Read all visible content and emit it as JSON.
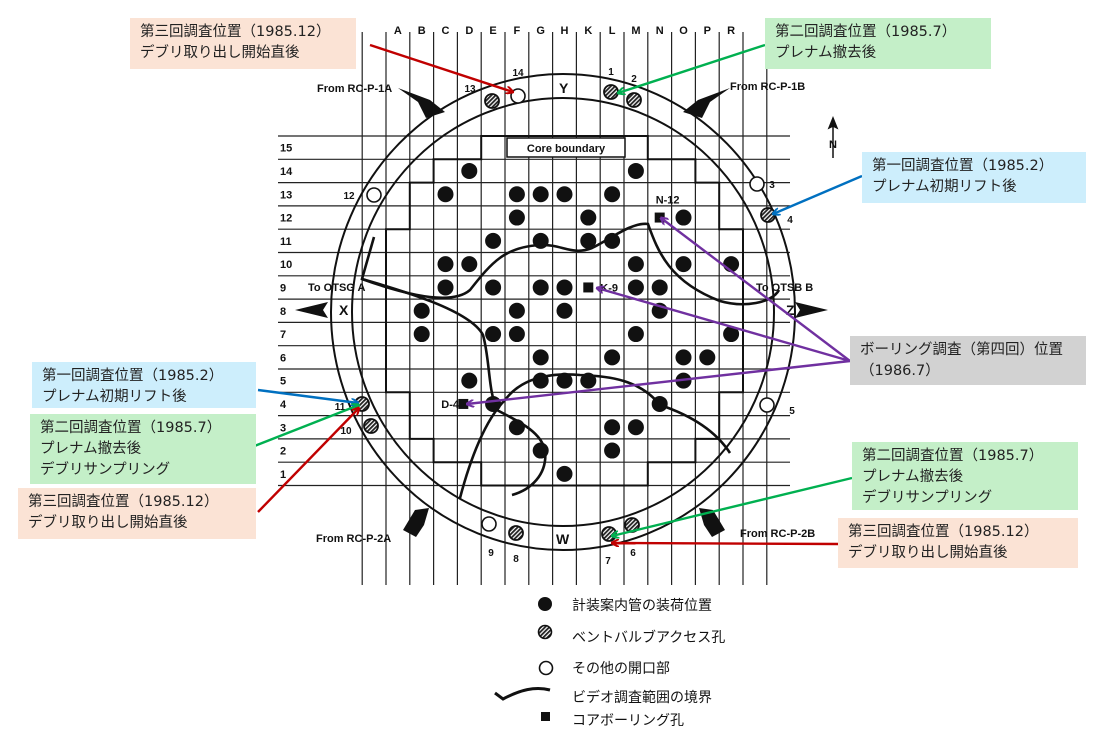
{
  "colors": {
    "red_arrow": "#c00000",
    "green_arrow": "#00b050",
    "blue_arrow": "#0070c0",
    "purple_arrow": "#7030a0",
    "pink_box": "#fbe3d5",
    "green_box": "#c4efc8",
    "blue_box": "#cdeefc",
    "gray_box": "#d2d2d2"
  },
  "grid": {
    "columns": [
      "A",
      "B",
      "C",
      "D",
      "E",
      "F",
      "G",
      "H",
      "K",
      "L",
      "M",
      "N",
      "O",
      "P",
      "R"
    ],
    "rows": [
      "15",
      "14",
      "13",
      "12",
      "11",
      "10",
      "9",
      "8",
      "7",
      "6",
      "5",
      "4",
      "3",
      "2",
      "1"
    ]
  },
  "labels": {
    "core_boundary": "Core boundary",
    "from_1a": "From RC-P-1A",
    "from_1b": "From RC-P-1B",
    "from_2a": "From RC-P-2A",
    "from_2b": "From RC-P-2B",
    "to_otsg_a": "To OTSG A",
    "to_otsg_b": "To OTSB B",
    "x": "X",
    "y": "Y",
    "z": "Z",
    "w": "W",
    "north": "N"
  },
  "instrument_tubes": [
    [
      "D",
      "14"
    ],
    [
      "M",
      "14"
    ],
    [
      "C",
      "13"
    ],
    [
      "F",
      "13"
    ],
    [
      "G",
      "13"
    ],
    [
      "H",
      "13"
    ],
    [
      "L",
      "13"
    ],
    [
      "F",
      "12"
    ],
    [
      "K",
      "12"
    ],
    [
      "O",
      "12"
    ],
    [
      "E",
      "11"
    ],
    [
      "G",
      "11"
    ],
    [
      "K",
      "11"
    ],
    [
      "L",
      "11"
    ],
    [
      "C",
      "10"
    ],
    [
      "D",
      "10"
    ],
    [
      "M",
      "10"
    ],
    [
      "O",
      "10"
    ],
    [
      "R",
      "10"
    ],
    [
      "C",
      "9"
    ],
    [
      "E",
      "9"
    ],
    [
      "G",
      "9"
    ],
    [
      "H",
      "9"
    ],
    [
      "M",
      "9"
    ],
    [
      "N",
      "9"
    ],
    [
      "B",
      "8"
    ],
    [
      "F",
      "8"
    ],
    [
      "H",
      "8"
    ],
    [
      "N",
      "8"
    ],
    [
      "B",
      "7"
    ],
    [
      "E",
      "7"
    ],
    [
      "F",
      "7"
    ],
    [
      "M",
      "7"
    ],
    [
      "R",
      "7"
    ],
    [
      "G",
      "6"
    ],
    [
      "L",
      "6"
    ],
    [
      "O",
      "6"
    ],
    [
      "P",
      "6"
    ],
    [
      "D",
      "5"
    ],
    [
      "G",
      "5"
    ],
    [
      "H",
      "5"
    ],
    [
      "K",
      "5"
    ],
    [
      "O",
      "5"
    ],
    [
      "E",
      "4"
    ],
    [
      "N",
      "4"
    ],
    [
      "F",
      "3"
    ],
    [
      "L",
      "3"
    ],
    [
      "M",
      "3"
    ],
    [
      "G",
      "2"
    ],
    [
      "L",
      "2"
    ],
    [
      "H",
      "1"
    ]
  ],
  "core_borings": [
    {
      "label": "N-12",
      "col": "N",
      "row": "12"
    },
    {
      "label": "K-9",
      "col": "K",
      "row": "9"
    },
    {
      "label": "D-4",
      "col": "D",
      "row": "4"
    }
  ],
  "openings": [
    {
      "num": "1",
      "type": "vent"
    },
    {
      "num": "2",
      "type": "vent"
    },
    {
      "num": "3",
      "type": "other"
    },
    {
      "num": "4",
      "type": "vent"
    },
    {
      "num": "5",
      "type": "other"
    },
    {
      "num": "6",
      "type": "vent"
    },
    {
      "num": "7",
      "type": "vent"
    },
    {
      "num": "8",
      "type": "vent"
    },
    {
      "num": "9",
      "type": "other"
    },
    {
      "num": "10",
      "type": "vent"
    },
    {
      "num": "11",
      "type": "vent"
    },
    {
      "num": "12",
      "type": "other"
    },
    {
      "num": "13",
      "type": "vent"
    },
    {
      "num": "14",
      "type": "other"
    }
  ],
  "callouts": {
    "top_left": [
      "第三回調査位置（1985.12）",
      "デブリ取り出し開始直後"
    ],
    "top_right": [
      "第二回調査位置（1985.7）",
      "プレナム撤去後"
    ],
    "right_blue": [
      "第一回調査位置（1985.2）",
      "プレナム初期リフト後"
    ],
    "right_gray": [
      "ボーリング調査（第四回）位置",
      "（1986.7）"
    ],
    "left_blue": [
      "第一回調査位置（1985.2）",
      "プレナム初期リフト後"
    ],
    "left_green": [
      "第二回調査位置（1985.7）",
      "プレナム撤去後",
      "デブリサンプリング"
    ],
    "left_pink": [
      "第三回調査位置（1985.12）",
      "デブリ取り出し開始直後"
    ],
    "right_green": [
      "第二回調査位置（1985.7）",
      "プレナム撤去後",
      "デブリサンプリング"
    ],
    "right_pink": [
      "第三回調査位置（1985.12）",
      "デブリ取り出し開始直後"
    ]
  },
  "legend": {
    "instrument_tube": "計装案内管の装荷位置",
    "vent_valve": "ベントバルブアクセス孔",
    "other_opening": "その他の開口部",
    "video_boundary": "ビデオ調査範囲の境界",
    "core_boring": "コアボーリング孔"
  }
}
